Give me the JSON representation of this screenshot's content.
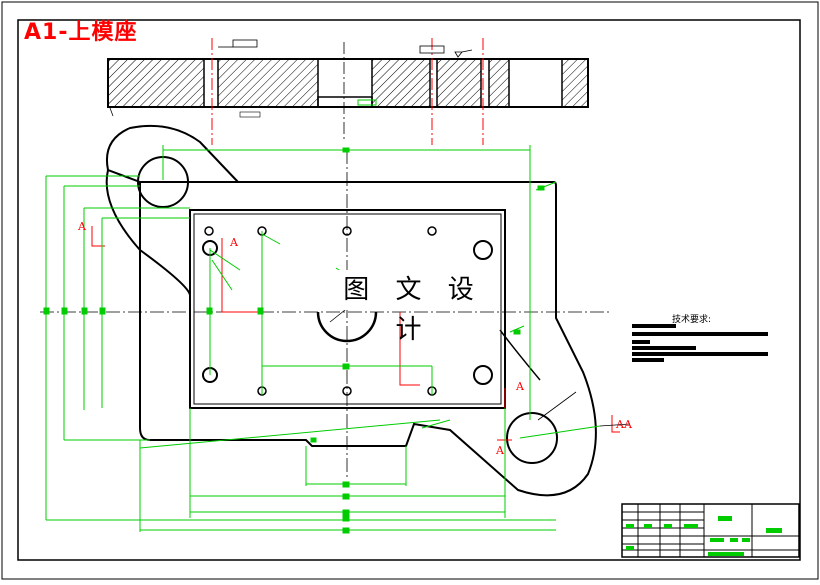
{
  "drawing": {
    "title": "A1-上模座",
    "watermark": "图 文 设 计",
    "technical_requirements_title": "技术要求:",
    "section_marks": [
      "A",
      "A",
      "A",
      "A",
      "A",
      "A"
    ]
  },
  "colors": {
    "outline": "#000000",
    "dimension": "#00cc00",
    "centerline": "#ff0000",
    "title": "#ff0000",
    "hatch": "#000000",
    "background": "#ffffff"
  }
}
